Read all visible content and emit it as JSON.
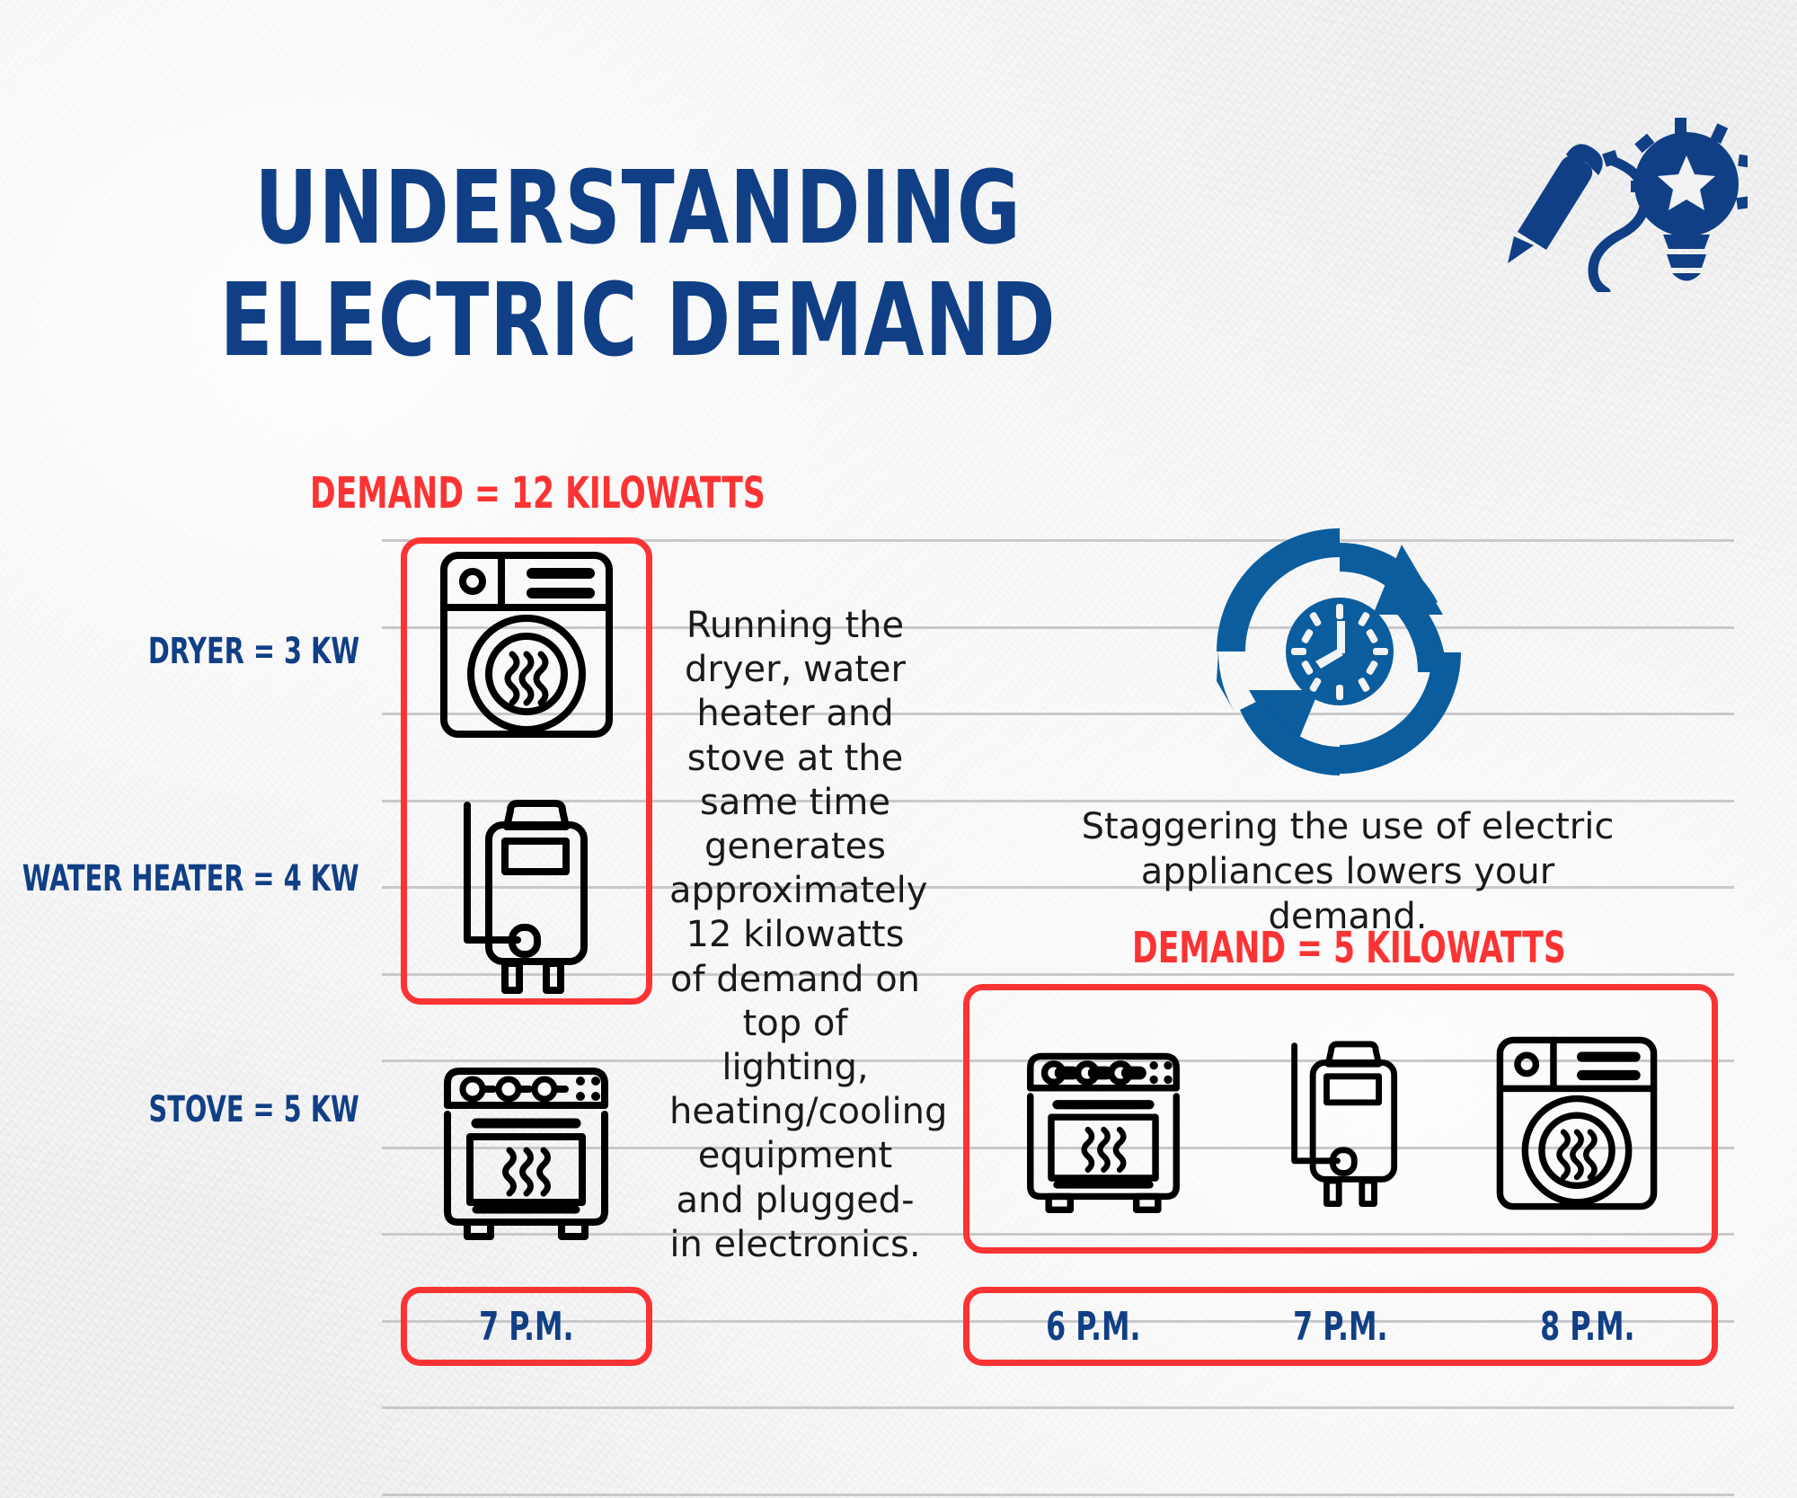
{
  "header": {
    "title_line1": "UNDERSTANDING",
    "title_line2": "ELECTRIC DEMAND",
    "logo_icon": "pencil-lightbulb-icon"
  },
  "colors": {
    "navy": "#113f86",
    "red": "#fb3333",
    "clock_blue": "#0b5d9e",
    "icon_black": "#000000",
    "background": "#f3f3f4",
    "gridline": "#c9c9cc"
  },
  "left_scenario": {
    "demand_caption": "DEMAND = 12 KILOWATTS",
    "appliances": [
      {
        "label": "DRYER = 3 KW",
        "icon": "dryer-icon",
        "kw": 3
      },
      {
        "label": "WATER HEATER = 4 KW",
        "icon": "water-heater-icon",
        "kw": 4
      },
      {
        "label": "STOVE = 5 KW",
        "icon": "stove-icon",
        "kw": 5
      }
    ],
    "time_labels": [
      "7 P.M."
    ],
    "total_kw": 12
  },
  "paragraph": "Running the dryer, water heater and stove at the same time generates approximately 12 kilowatts of demand on top of lighting, heating/cooling equipment and plugged-in electronics.",
  "right_scenario": {
    "clock_icon": "refresh-clock-icon",
    "caption": "Staggering the use of electric appliances lowers your demand.",
    "demand_caption": "DEMAND = 5 KILOWATTS",
    "appliances": [
      {
        "icon": "stove-icon",
        "time": "6 P.M."
      },
      {
        "icon": "water-heater-icon",
        "time": "7 P.M."
      },
      {
        "icon": "dryer-icon",
        "time": "8 P.M."
      }
    ],
    "time_labels": [
      "6 P.M.",
      "7 P.M.",
      "8 P.M."
    ],
    "total_kw": 5
  },
  "chart_data": {
    "type": "bar",
    "title": "Understanding Electric Demand",
    "categories": [
      "Dryer",
      "Water Heater",
      "Stove"
    ],
    "values": [
      3,
      4,
      5
    ],
    "ylabel": "Kilowatts",
    "xlabel": "",
    "annotations": [
      "DEMAND = 12 KILOWATTS",
      "DEMAND = 5 KILOWATTS"
    ]
  }
}
